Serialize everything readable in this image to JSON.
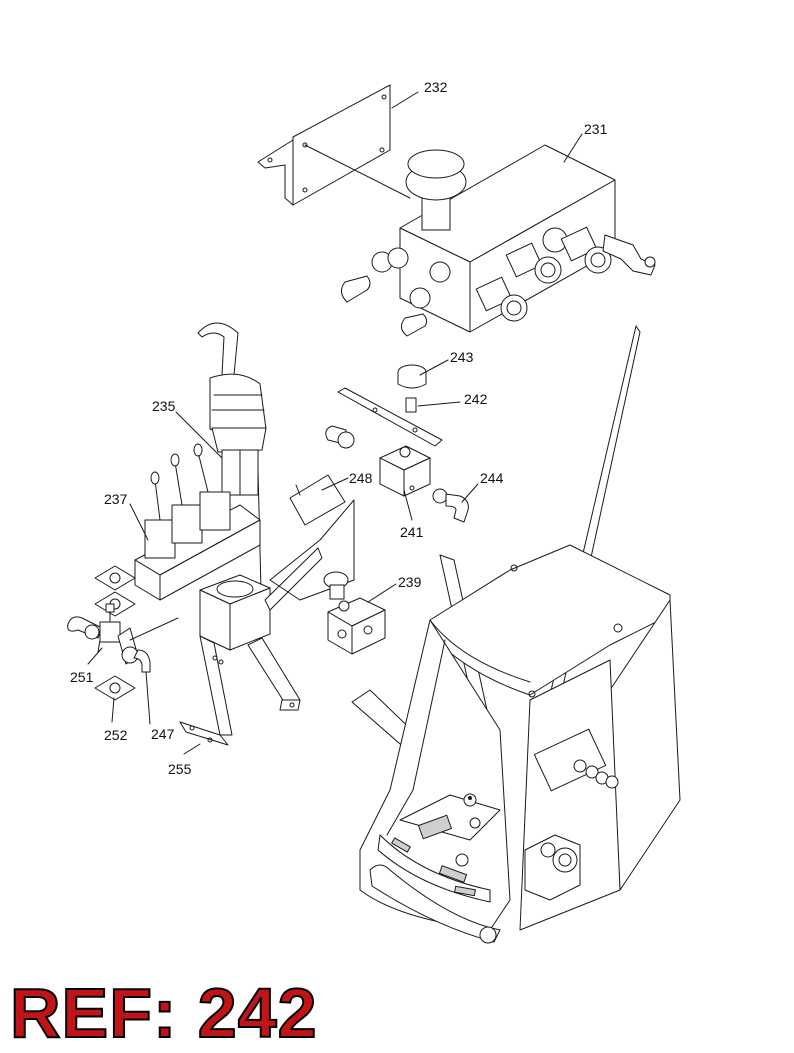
{
  "ref_label": "REF: 242",
  "colors": {
    "ref_text": "#c01418",
    "ref_outline": "#000000",
    "linework": "#1a1a1a"
  },
  "parts": {
    "p231": "231",
    "p232": "232",
    "p235": "235",
    "p237": "237",
    "p239": "239",
    "p241": "241",
    "p242": "242",
    "p243": "243",
    "p244": "244",
    "p247": "247",
    "p248": "248",
    "p251": "251",
    "p252": "252",
    "p255": "255"
  }
}
